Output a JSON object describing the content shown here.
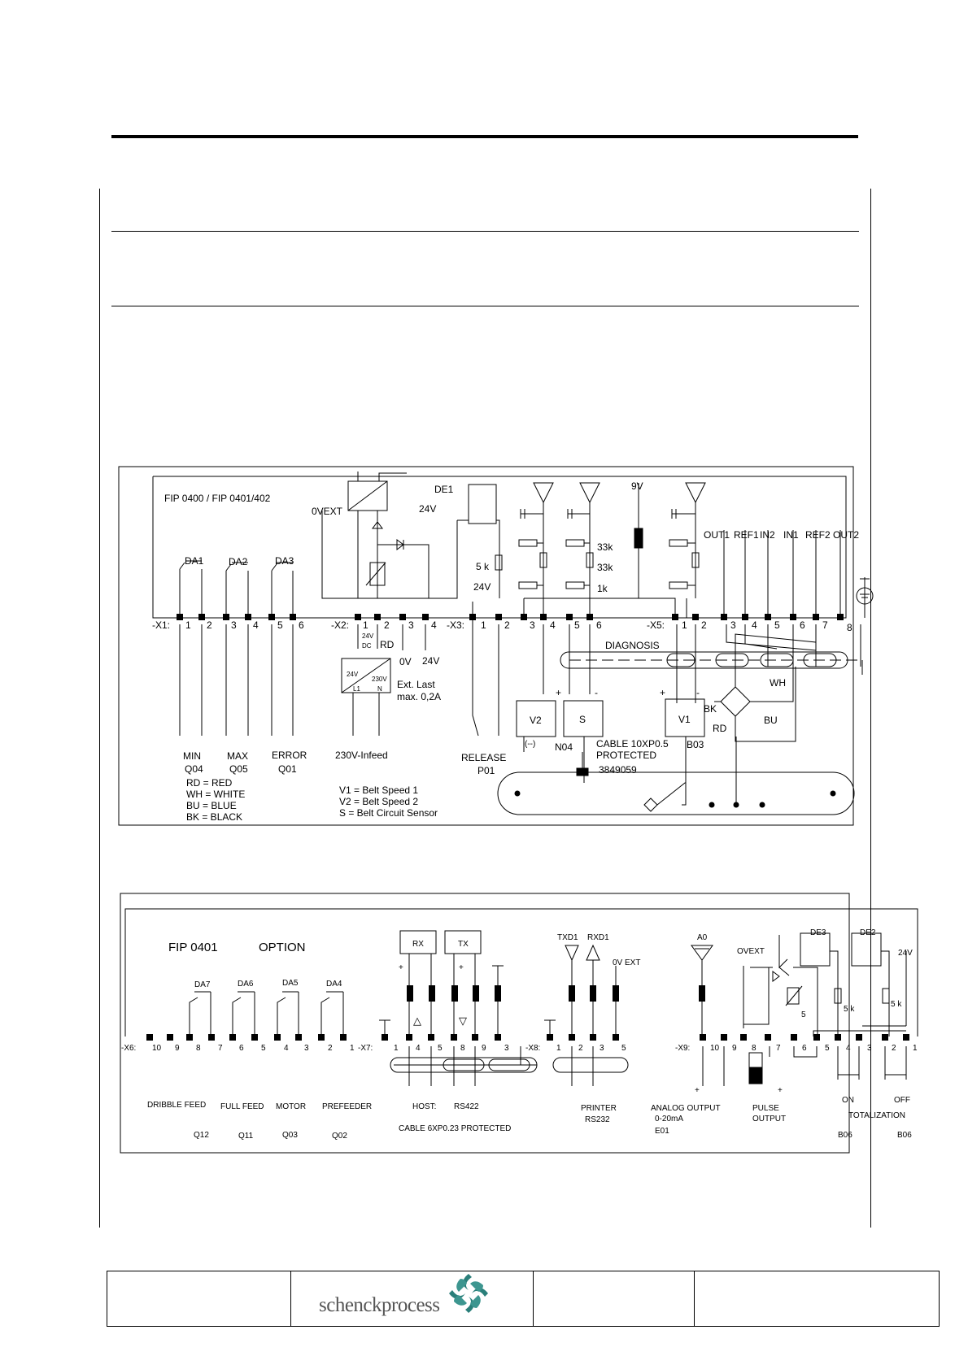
{
  "diagram1": {
    "model": "FIP 0400 / FIP 0401/402",
    "labels": {
      "ovext": "0VEXT",
      "v24": "24V",
      "de1": "DE1",
      "v9": "9V",
      "da1": "DA1",
      "da2": "DA2",
      "da3": "DA3",
      "r5k": "5 k",
      "v24b": "24V",
      "r33a": "33k",
      "r33b": "33k",
      "r1k": "1k",
      "out1": "OUT1",
      "ref1": "REF1",
      "in2": "IN2",
      "in1": "IN1",
      "ref2": "REF2",
      "out2": "OUT2",
      "ps_24vdc": "24V",
      "ps_dc": "DC",
      "rd": "RD",
      "ov": "0V",
      "v24c": "24V",
      "diagnosis": "DIAGNOSIS",
      "ps_in24": "24V",
      "ps_in230": "230V",
      "ps_l1": "L1",
      "ps_n": "N",
      "ext_last": "Ext. Last",
      "max": "max. 0,2A",
      "plus1": "+",
      "minus1": "-",
      "plus2": "+",
      "minus2": "-",
      "wh": "WH",
      "bk": "BK",
      "rd2": "RD",
      "bu": "BU",
      "v2": "V2",
      "v2sub": "(--)",
      "s": "S",
      "v1": "V1",
      "min": "MIN",
      "q04": "Q04",
      "max_l": "MAX",
      "q05": "Q05",
      "error": "ERROR",
      "q01": "Q01",
      "infeed": "230V-Infeed",
      "release": "RELEASE",
      "p01": "P01",
      "n04": "N04",
      "cable": "CABLE 10XP0.5",
      "protected": "PROTECTED",
      "partno": "3849059",
      "b03": "B03"
    },
    "connectors": {
      "x1": "-X1:",
      "x1_pins": [
        "1",
        "2",
        "3",
        "4",
        "5",
        "6"
      ],
      "x2": "-X2:",
      "x2_pins": [
        "1",
        "2",
        "3",
        "4"
      ],
      "x3": "-X3:",
      "x3_pins": [
        "1",
        "2",
        "3",
        "4",
        "5",
        "6"
      ],
      "x5": "-X5:",
      "x5_pins": [
        "1",
        "2",
        "3",
        "4",
        "5",
        "6",
        "7",
        "8"
      ]
    },
    "legend": {
      "rd": "RD  =  RED",
      "wh": "WH =  WHITE",
      "bu": "BU  =  BLUE",
      "bk": "BK  =  BLACK",
      "v1": "V1 = Belt Speed 1",
      "v2": "V2 = Belt Speed 2",
      "s": "S   = Belt Circuit Sensor"
    }
  },
  "diagram2": {
    "model": "FIP 0401",
    "option": "OPTION",
    "labels": {
      "da7": "DA7",
      "da6": "DA6",
      "da5": "DA5",
      "da4": "DA4",
      "rx": "RX",
      "tx": "TX",
      "plus_rx": "+",
      "plus_tx": "+",
      "tri_up": "△",
      "tri_dn": "▽",
      "txd1": "TXD1",
      "rxd1": "RXD1",
      "ovext": "0V EXT",
      "a0": "A0",
      "ovext2": "OVEXT",
      "de3": "DE3",
      "de2": "DE2",
      "v24": "24V",
      "r5": "5",
      "r5k1": "5 k",
      "r5k2": "5 k",
      "dribble": "DRIBBLE FEED",
      "full": "FULL FEED",
      "motor": "MOTOR",
      "prefeeder": "PREFEEDER",
      "q12": "Q12",
      "q11": "Q11",
      "q03": "Q03",
      "q02": "Q02",
      "host": "HOST:",
      "rs422": "RS422",
      "cable": "CABLE 6XP0.23  PROTECTED",
      "printer": "PRINTER",
      "rs232": "RS232",
      "analog": "ANALOG OUTPUT",
      "ma": "0-20mA",
      "e01": "E01",
      "plus_a": "+",
      "pulse": "PULSE",
      "output": "OUTPUT",
      "plus_p": "+",
      "on": "ON",
      "off": "OFF",
      "totalization": "TOTALIZATION",
      "b06a": "B06",
      "b06b": "B06"
    },
    "connectors": {
      "x6": "-X6:",
      "x6_pins": [
        "10",
        "9",
        "8",
        "7",
        "6",
        "5",
        "4",
        "3",
        "2",
        "1"
      ],
      "x7": "-X7:",
      "x7_pins": [
        "1",
        "4",
        "5",
        "8",
        "9",
        "3"
      ],
      "x8": "-X8:",
      "x8_pins": [
        "1",
        "2",
        "3",
        "5"
      ],
      "x9": "-X9:",
      "x9_pins": [
        "10",
        "9",
        "8",
        "7",
        "6",
        "5",
        "4",
        "3",
        "2",
        "1"
      ]
    }
  },
  "footer": {
    "logo_text": "schenckprocess"
  }
}
